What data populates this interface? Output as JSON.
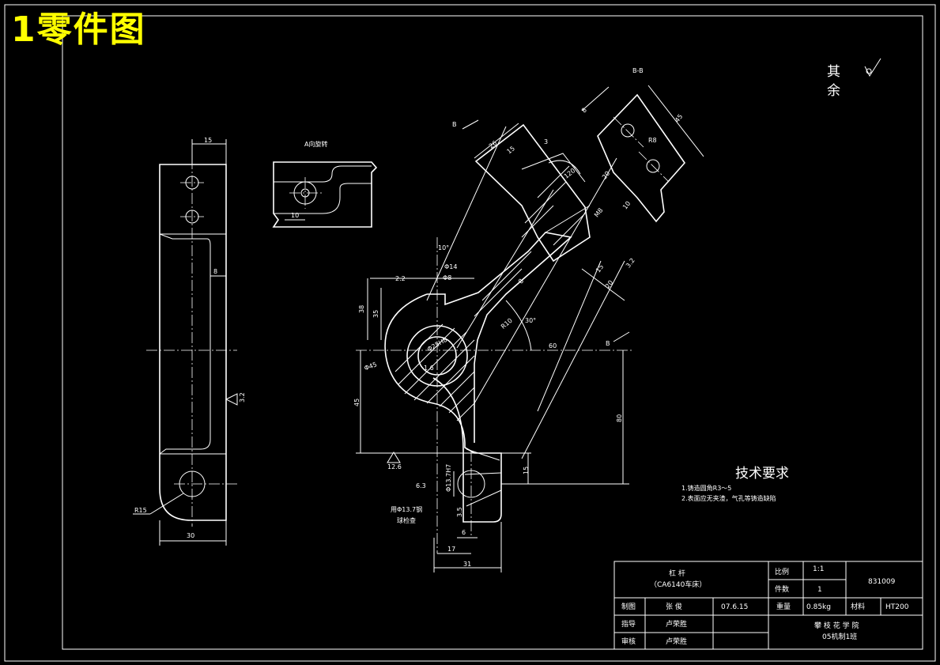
{
  "title": "1零件图",
  "views": {
    "section_label": "B-B",
    "rotated_view_label": "A向旋转",
    "cut_label_b": "B",
    "rest_text_1": "其",
    "rest_text_2": "余"
  },
  "dims": {
    "d15_top": "15",
    "d8_side": "8",
    "d30_bottom": "30",
    "r15": "R15",
    "rough_32": "3.2",
    "d10_a": "10",
    "d10_deg": "10°",
    "d14": "Φ14",
    "d8_hole": "Φ8",
    "d2_2": "2.2",
    "d38": "38",
    "d35": "35",
    "d45dia": "Φ45",
    "d25h8": "Φ25H8",
    "d16": "1.6",
    "d45": "45",
    "d80": "80",
    "d15_r": "15",
    "r10": "R10",
    "a30": "30°",
    "d60": "60",
    "d126": "12.6",
    "d63": "6.3",
    "d131": "Φ13.7H7",
    "d35b": "3.5",
    "d6": "6",
    "d17": "17",
    "d31": "31",
    "d26": "26",
    "d15_ang": "15",
    "d3": "3",
    "d120": "120°",
    "d20a": "20",
    "d10b": "10",
    "dm8": "M8",
    "d15c": "15",
    "d20b": "20",
    "d32b": "3.2",
    "d8b": "8",
    "d8c": "8",
    "d45b": "45",
    "r8": "R8",
    "ball_note_1": "用Φ13.7钢",
    "ball_note_2": "球检查"
  },
  "tech": {
    "heading": "技术要求",
    "line1": "1.铸造圆角R3～5",
    "line2": "2.表面应无夹渣，气孔等铸造缺陷"
  },
  "title_block": {
    "part_name": "杠  杆",
    "machine": "（CA6140车床）",
    "scale_label": "比例",
    "scale_value": "1:1",
    "qty_label": "件数",
    "qty_value": "1",
    "drawing_no": "831009",
    "drawn_label": "制图",
    "drawn_name": "张  俊",
    "date": "07.6.15",
    "weight_label": "重量",
    "weight_value": "0.85kg",
    "material_label": "材料",
    "material_value": "HT200",
    "guide_label": "指导",
    "guide_name": "卢荣胜",
    "review_label": "审核",
    "review_name": "卢荣胜",
    "school": "攀 枝 花 学 院",
    "class": "05机制1班"
  }
}
